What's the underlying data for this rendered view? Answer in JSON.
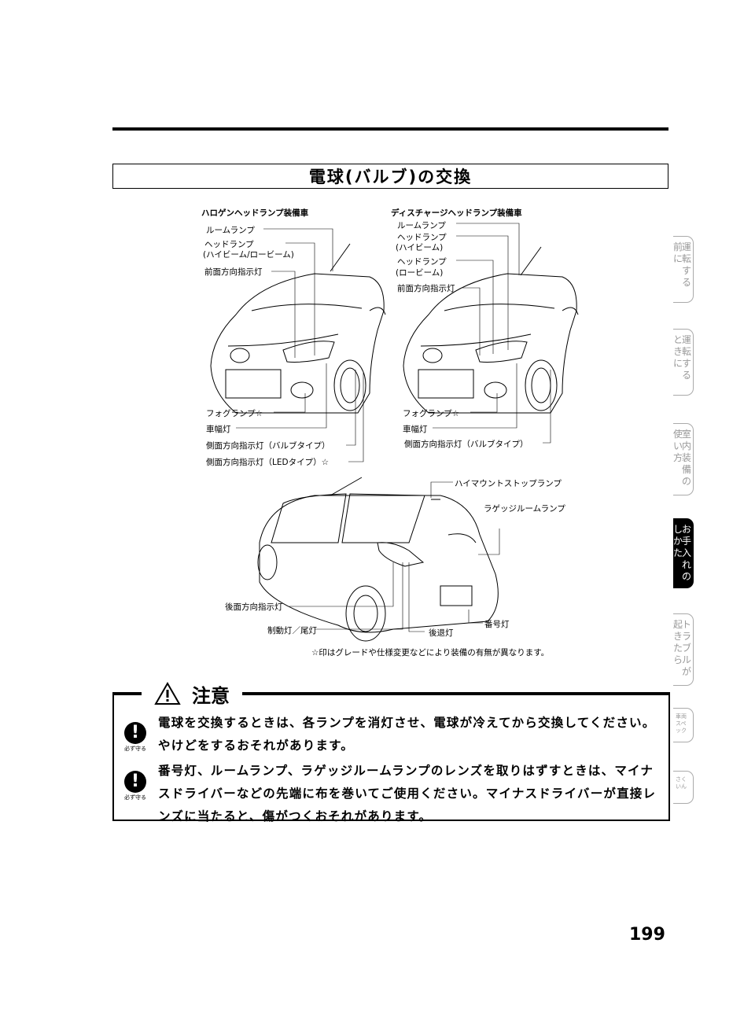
{
  "title": "電球(バルブ)の交換",
  "front_halogen": {
    "header": "ハロゲンヘッドランプ装備車",
    "labels": [
      "ルームランプ",
      "ヘッドランプ",
      "(ハイビーム/ロービーム)",
      "前面方向指示灯",
      "フォグランプ☆",
      "車幅灯",
      "側面方向指示灯（バルブタイプ）",
      "側面方向指示灯（LEDタイプ）☆"
    ]
  },
  "front_discharge": {
    "header": "ディスチャージヘッドランプ装備車",
    "labels": [
      "ルームランプ",
      "ヘッドランプ",
      "(ハイビーム)",
      "ヘッドランプ",
      "(ロービーム)",
      "前面方向指示灯",
      "フォグランプ☆",
      "車幅灯",
      "側面方向指示灯（バルブタイプ）"
    ]
  },
  "rear": {
    "labels": [
      "ハイマウントストップランプ",
      "ラゲッジルームランプ",
      "後面方向指示灯",
      "番号灯",
      "制動灯／尾灯",
      "後退灯"
    ]
  },
  "note": "☆印はグレードや仕様変更などにより装備の有無が異なります。",
  "caution": {
    "heading": "注意",
    "items": [
      {
        "badge": "必ず守る",
        "line1": "電球を交換するときは、各ランプを消灯させ、電球が冷えてから交換してください。",
        "line2": "やけどをするおそれがあります。",
        "line3": ""
      },
      {
        "badge": "必ず守る",
        "line1": "番号灯、ルームランプ、ラゲッジルームランプのレンズを取りはずすときは、マイナ",
        "line2": "スドライバーなどの先端に布を巻いてご使用ください。マイナスドライバーが直接レ",
        "line3": "ンズに当たると、傷がつくおそれがあります。"
      }
    ]
  },
  "side_tabs": [
    {
      "col1": "運転する",
      "col2": "前に",
      "active": false
    },
    {
      "col1": "運転する",
      "col2": "ときに",
      "active": false
    },
    {
      "col1": "室内装備の",
      "col2": "使い方",
      "active": false
    },
    {
      "col1": "お手入れの",
      "col2": "しかた",
      "active": true
    },
    {
      "col1": "トラブルが",
      "col2": "起きたら",
      "active": false
    },
    {
      "col1": "車両スペック",
      "col2": "",
      "active": false
    },
    {
      "col1": "さくいん",
      "col2": "",
      "active": false
    }
  ],
  "page_number": "199"
}
